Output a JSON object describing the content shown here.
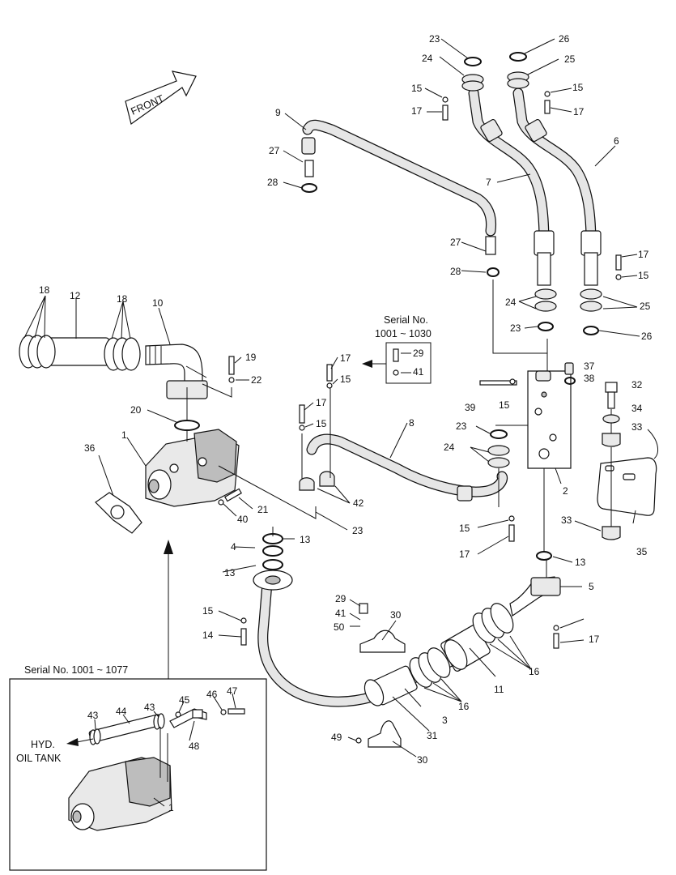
{
  "direction_label": "FRONT",
  "serial_box_top": {
    "line1": "Serial No.",
    "line2": "1001 ~ 1030"
  },
  "serial_box_bottom": "Serial No. 1001 ~ 1077",
  "oil_tank": {
    "line1": "HYD.",
    "line2": "OIL TANK"
  },
  "callouts": [
    {
      "id": "c23a",
      "text": "23"
    },
    {
      "id": "c26a",
      "text": "26"
    },
    {
      "id": "c24a",
      "text": "24"
    },
    {
      "id": "c25a",
      "text": "25"
    },
    {
      "id": "c15a",
      "text": "15"
    },
    {
      "id": "c15b",
      "text": "15"
    },
    {
      "id": "c17a",
      "text": "17"
    },
    {
      "id": "c17b",
      "text": "17"
    },
    {
      "id": "c9",
      "text": "9"
    },
    {
      "id": "c6",
      "text": "6"
    },
    {
      "id": "c27a",
      "text": "27"
    },
    {
      "id": "c28a",
      "text": "28"
    },
    {
      "id": "c7",
      "text": "7"
    },
    {
      "id": "c27b",
      "text": "27"
    },
    {
      "id": "c28b",
      "text": "28"
    },
    {
      "id": "c17c",
      "text": "17"
    },
    {
      "id": "c15c",
      "text": "15"
    },
    {
      "id": "c18a",
      "text": "18"
    },
    {
      "id": "c12",
      "text": "12"
    },
    {
      "id": "c18b",
      "text": "18"
    },
    {
      "id": "c10",
      "text": "10"
    },
    {
      "id": "c24b",
      "text": "24"
    },
    {
      "id": "c25b",
      "text": "25"
    },
    {
      "id": "c23b",
      "text": "23"
    },
    {
      "id": "c26b",
      "text": "26"
    },
    {
      "id": "c19",
      "text": "19"
    },
    {
      "id": "c22",
      "text": "22"
    },
    {
      "id": "c17d",
      "text": "17"
    },
    {
      "id": "c15d",
      "text": "15"
    },
    {
      "id": "c29a",
      "text": "29"
    },
    {
      "id": "c41a",
      "text": "41"
    },
    {
      "id": "c37",
      "text": "37"
    },
    {
      "id": "c38",
      "text": "38"
    },
    {
      "id": "c32",
      "text": "32"
    },
    {
      "id": "c39",
      "text": "39"
    },
    {
      "id": "c15e",
      "text": "15"
    },
    {
      "id": "c34",
      "text": "34"
    },
    {
      "id": "c20",
      "text": "20"
    },
    {
      "id": "c17e",
      "text": "17"
    },
    {
      "id": "c8",
      "text": "8"
    },
    {
      "id": "c23c",
      "text": "23"
    },
    {
      "id": "c33a",
      "text": "33"
    },
    {
      "id": "c36",
      "text": "36"
    },
    {
      "id": "c1a",
      "text": "1"
    },
    {
      "id": "c15f",
      "text": "15"
    },
    {
      "id": "c24c",
      "text": "24"
    },
    {
      "id": "c2",
      "text": "2"
    },
    {
      "id": "c21",
      "text": "21"
    },
    {
      "id": "c42",
      "text": "42"
    },
    {
      "id": "c40",
      "text": "40"
    },
    {
      "id": "c23d",
      "text": "23"
    },
    {
      "id": "c15g",
      "text": "15"
    },
    {
      "id": "c33b",
      "text": "33"
    },
    {
      "id": "c13a",
      "text": "13"
    },
    {
      "id": "c4",
      "text": "4"
    },
    {
      "id": "c17f",
      "text": "17"
    },
    {
      "id": "c35",
      "text": "35"
    },
    {
      "id": "c13b",
      "text": "13"
    },
    {
      "id": "c13c",
      "text": "13"
    },
    {
      "id": "c5",
      "text": "5"
    },
    {
      "id": "c29b",
      "text": "29"
    },
    {
      "id": "c30a",
      "text": "30"
    },
    {
      "id": "c15h",
      "text": "15"
    },
    {
      "id": "c41b",
      "text": "41"
    },
    {
      "id": "c50",
      "text": "50"
    },
    {
      "id": "c14",
      "text": "14"
    },
    {
      "id": "c17g",
      "text": "17"
    },
    {
      "id": "c16a",
      "text": "16"
    },
    {
      "id": "c11",
      "text": "11"
    },
    {
      "id": "c16b",
      "text": "16"
    },
    {
      "id": "c3",
      "text": "3"
    },
    {
      "id": "c31",
      "text": "31"
    },
    {
      "id": "c49",
      "text": "49"
    },
    {
      "id": "c30b",
      "text": "30"
    },
    {
      "id": "c45",
      "text": "45"
    },
    {
      "id": "c46",
      "text": "46"
    },
    {
      "id": "c47",
      "text": "47"
    },
    {
      "id": "c43a",
      "text": "43"
    },
    {
      "id": "c44",
      "text": "44"
    },
    {
      "id": "c43b",
      "text": "43"
    },
    {
      "id": "c48",
      "text": "48"
    },
    {
      "id": "c1b",
      "text": "1"
    }
  ]
}
